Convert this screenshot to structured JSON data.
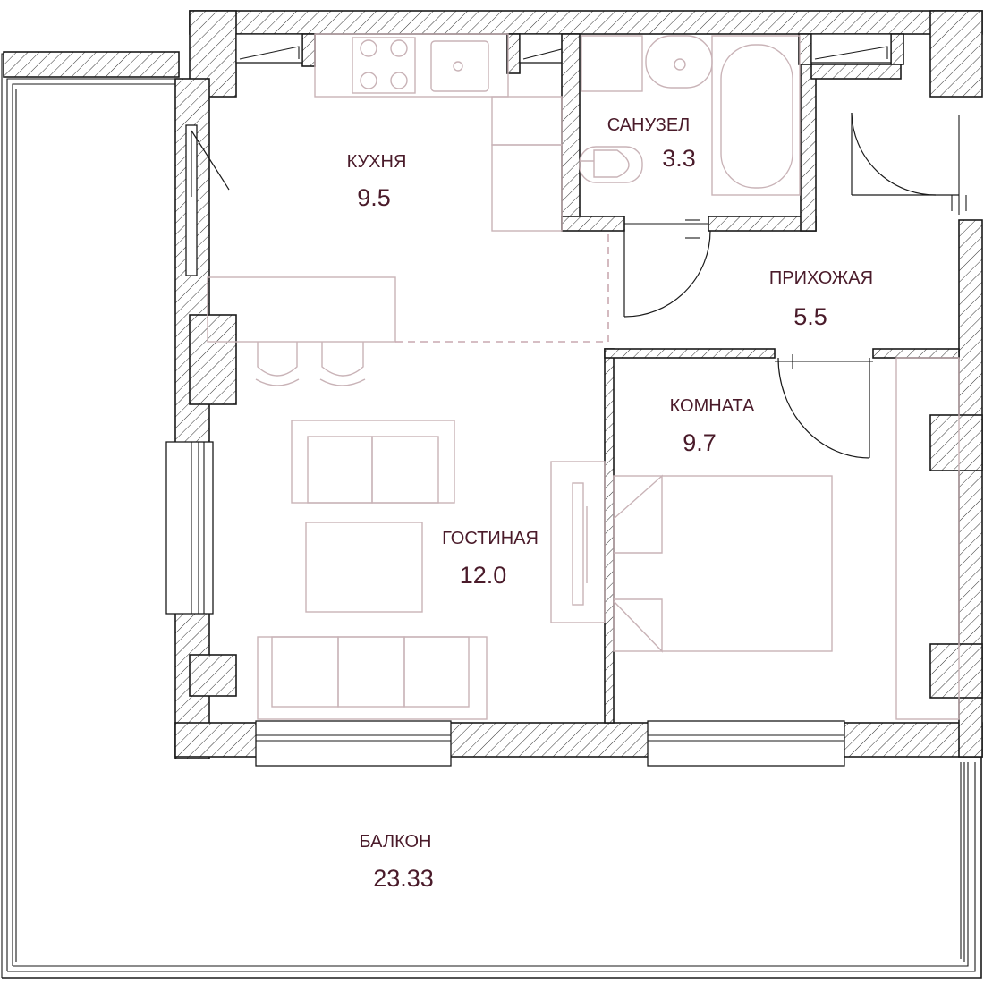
{
  "colors": {
    "label": "#4a1b2a",
    "wall": "#1a1a1a",
    "furniture": "#c9b3b7"
  },
  "rooms": {
    "kitchen": {
      "name": "КУХНЯ",
      "area": "9.5"
    },
    "bathroom": {
      "name": "САНУЗЕЛ",
      "area": "3.3"
    },
    "hallway": {
      "name": "ПРИХОЖАЯ",
      "area": "5.5"
    },
    "bedroom": {
      "name": "КОМНАТА",
      "area": "9.7"
    },
    "living_room": {
      "name": "ГОСТИНАЯ",
      "area": "12.0"
    },
    "balcony": {
      "name": "БАЛКОН",
      "area": "23.33"
    }
  }
}
